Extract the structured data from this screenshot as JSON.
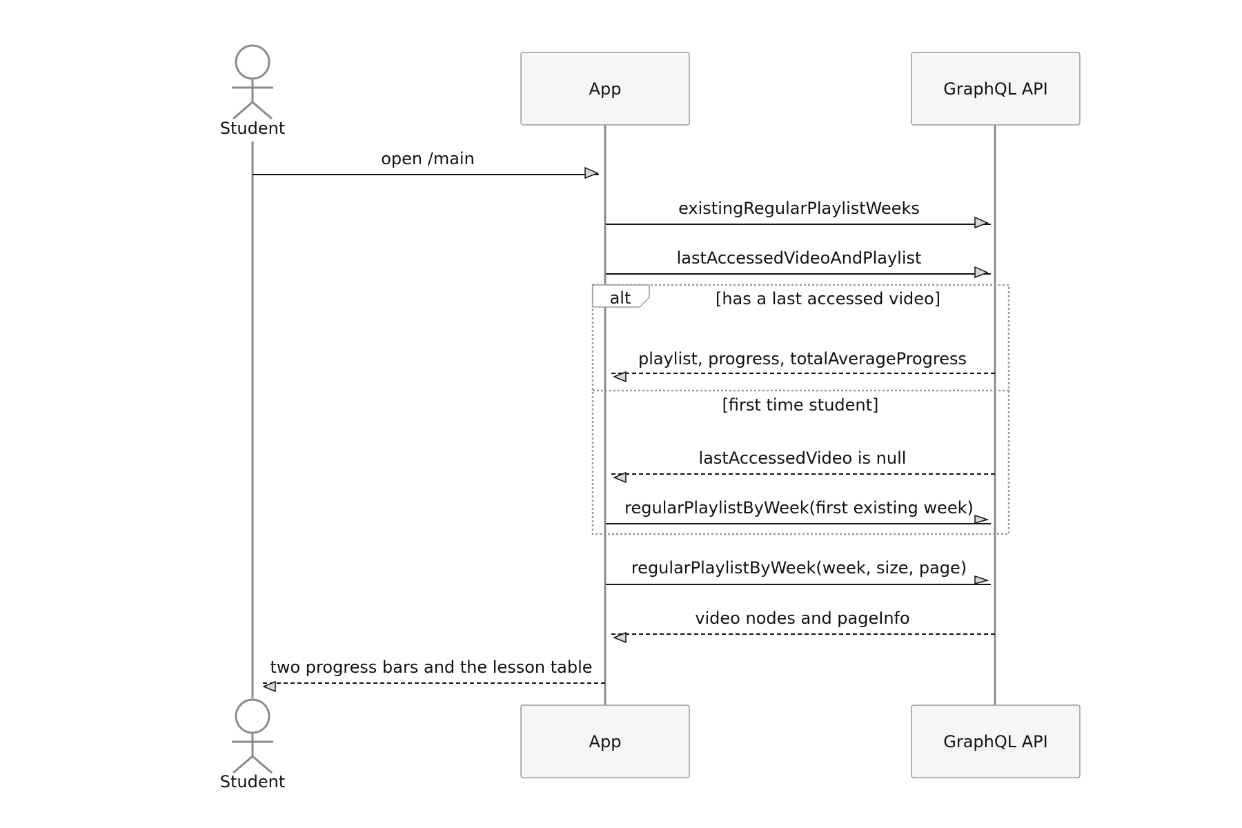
{
  "participants": {
    "student": "Student",
    "app": "App",
    "api": "GraphQL API"
  },
  "messages": [
    {
      "from": "student",
      "to": "app",
      "label": "open /main",
      "style": "solid"
    },
    {
      "from": "app",
      "to": "api",
      "label": "existingRegularPlaylistWeeks",
      "style": "solid"
    },
    {
      "from": "app",
      "to": "api",
      "label": "lastAccessedVideoAndPlaylist",
      "style": "solid"
    },
    {
      "from": "api",
      "to": "app",
      "label": "playlist, progress, totalAverageProgress",
      "style": "dashed"
    },
    {
      "from": "api",
      "to": "app",
      "label": "lastAccessedVideo is null",
      "style": "dashed"
    },
    {
      "from": "app",
      "to": "api",
      "label": "regularPlaylistByWeek(first existing week)",
      "style": "solid"
    },
    {
      "from": "app",
      "to": "api",
      "label": "regularPlaylistByWeek(week, size, page)",
      "style": "solid"
    },
    {
      "from": "api",
      "to": "app",
      "label": "video nodes and pageInfo",
      "style": "dashed"
    },
    {
      "from": "app",
      "to": "student",
      "label": "two progress bars and the lesson table",
      "style": "dashed"
    }
  ],
  "alt_fragment": {
    "keyword": "alt",
    "condition_1": "[has a last accessed video]",
    "condition_2": "[first time student]"
  },
  "colors": {
    "lifeline": "#8a8a8a",
    "box_fill": "#f6f6f6",
    "arrow": "#111111"
  }
}
